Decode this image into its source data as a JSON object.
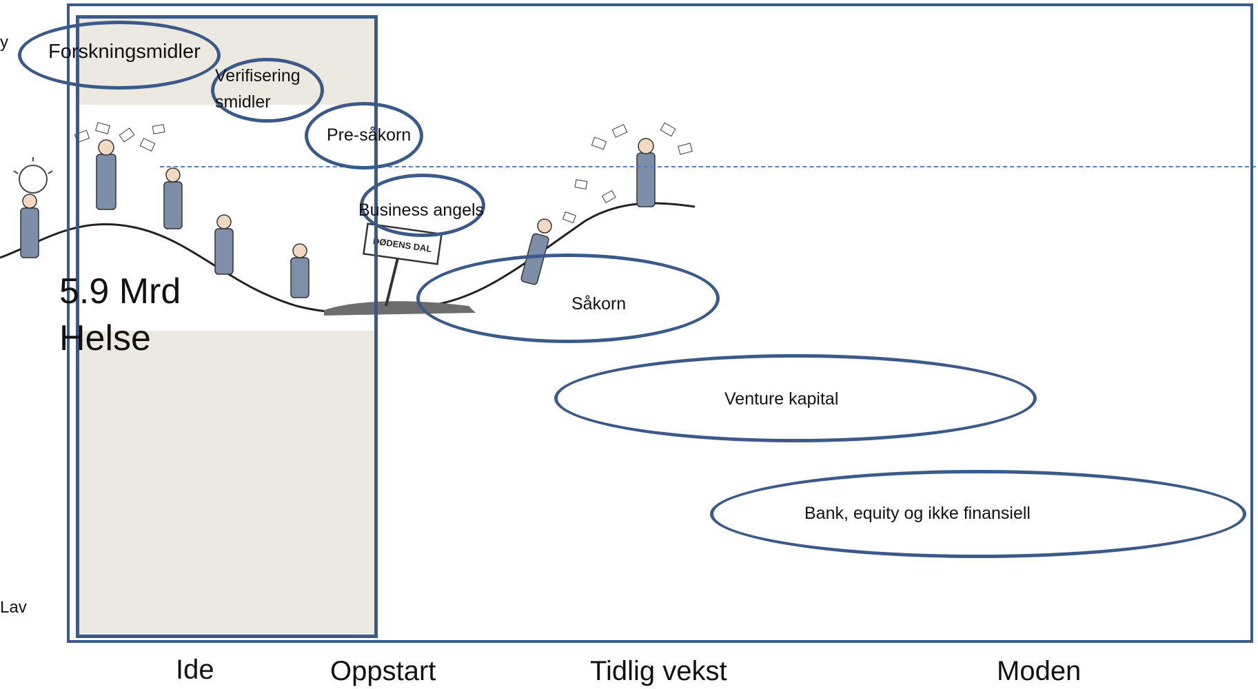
{
  "diagram": {
    "y_axis": {
      "high_label_fragment": "y",
      "low_label": "Lav"
    },
    "health_column": {
      "amount": "5.9 Mrd",
      "label": "Helse"
    },
    "illustration": {
      "sign_text": "DØDENS DAL"
    },
    "financing_sources": [
      {
        "label": "Forskningsmidler"
      },
      {
        "label_line1": "Verifisering",
        "label_line2": "smidler"
      },
      {
        "label": "Pre-såkorn"
      },
      {
        "label": "Business angels"
      },
      {
        "label": "Såkorn"
      },
      {
        "label": "Venture kapital"
      },
      {
        "label": "Bank, equity og ikke finansiell"
      }
    ],
    "phases": [
      "Ide",
      "Oppstart",
      "Tidlig vekst",
      "Moden"
    ],
    "colors": {
      "outline": "#3b5a8a",
      "health_fill": "#ece9e1",
      "dashed_line": "#5b7fb3"
    }
  }
}
